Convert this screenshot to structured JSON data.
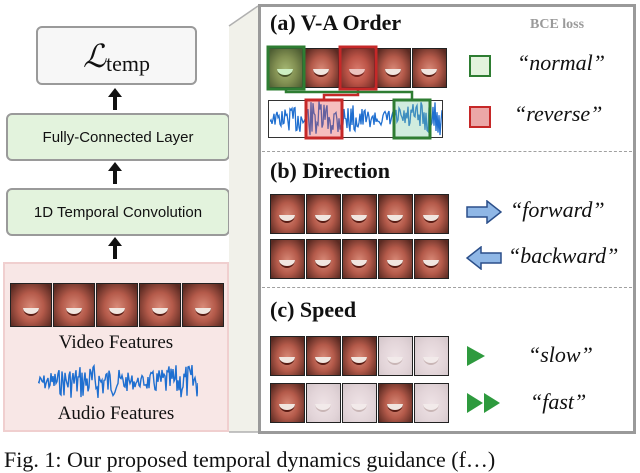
{
  "left": {
    "loss_label": "ℒ",
    "loss_subscript": "temp",
    "fc_label": "Fully-Connected Layer",
    "conv_label": "1D Temporal Convolution",
    "video_label": "Video Features",
    "audio_label": "Audio Features"
  },
  "panel": {
    "va_title": "(a) V-A Order",
    "bce_label": "BCE loss",
    "normal_label": "“normal”",
    "reverse_label": "“reverse”",
    "direction_title": "(b) Direction",
    "forward_label": "“forward”",
    "backward_label": "“backward”",
    "speed_title": "(c) Speed",
    "slow_label": "“slow”",
    "fast_label": "“fast”"
  },
  "caption": "Fig. 1: Our proposed temporal dynamics guidance (f…)",
  "colors": {
    "green": "#2e7d32",
    "red": "#c62828",
    "arrow_blue": "#8fb7e6",
    "play_green": "#2e9a3e",
    "wave_blue": "#1f6fd0",
    "pink_bg": "#f8e7e6"
  }
}
